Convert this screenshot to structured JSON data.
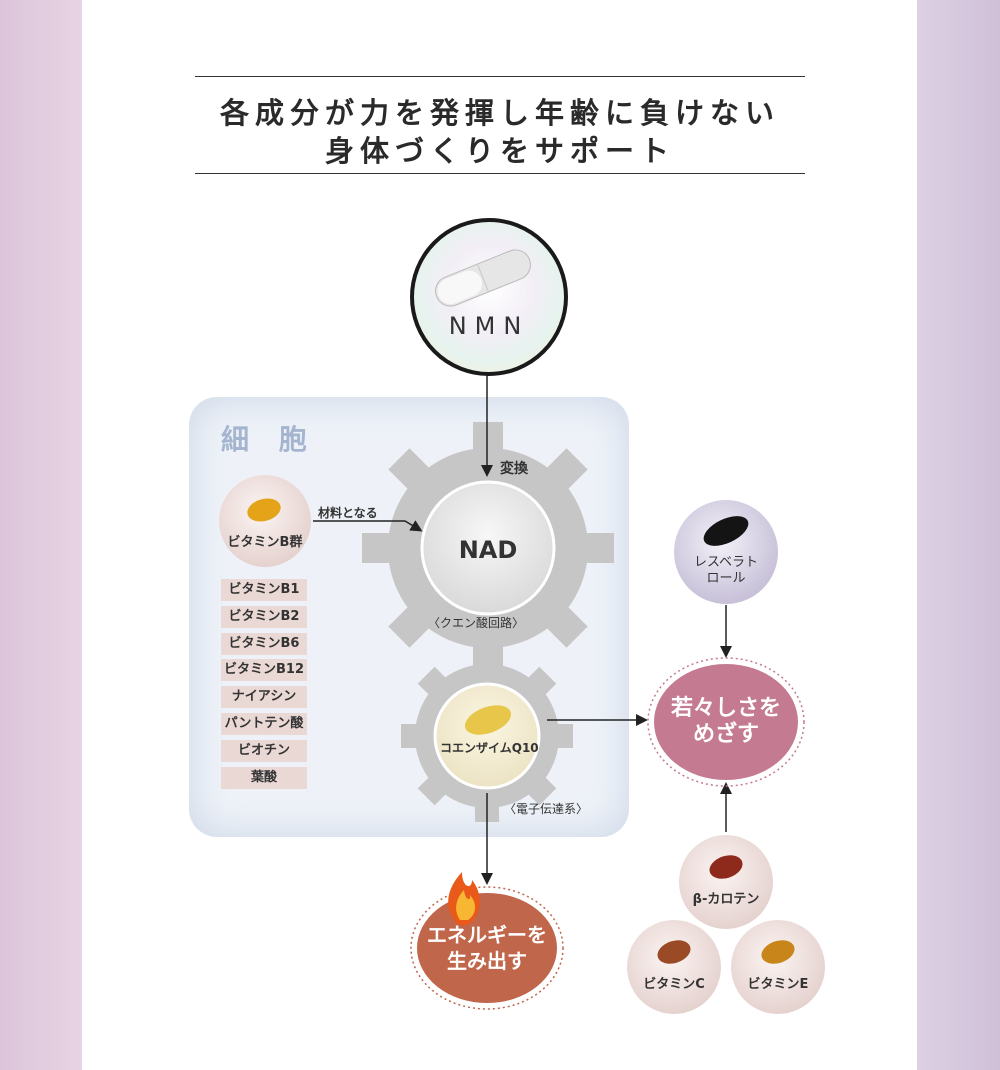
{
  "title": {
    "line1": "各成分が力を発揮し年齢に負けない",
    "line2": "身体づくりをサポート"
  },
  "cell_label": "細 胞",
  "nmn_label": "NMN",
  "conversion_label": "変換",
  "material_label": "材料となる",
  "nad_label": "NAD",
  "citric_cycle_label": "〈クエン酸回路〉",
  "coenzyme_label": "コエンザイムQ10",
  "electron_chain_label": "〈電子伝達系〉",
  "vitamin_b_group": "ビタミンB群",
  "vitamin_b_list": [
    "ビタミンB1",
    "ビタミンB2",
    "ビタミンB6",
    "ビタミンB12",
    "ナイアシン",
    "パントテン酸",
    "ビオチン",
    "葉酸"
  ],
  "resveratrol_label": "レスベラトロール",
  "youth_label": "若々しさをめざす",
  "energy_label": "エネルギーを生み出す",
  "beta_carotene_label": "β-カロテン",
  "vitamin_c_label": "ビタミンC",
  "vitamin_e_label": "ビタミンE",
  "colors": {
    "gear": "#c6c6c6",
    "youth_blob": "#c47a90",
    "energy_blob": "#c0664a",
    "cell_bg": "#eef2f8",
    "vitamin_chip": "#ead8d5"
  }
}
